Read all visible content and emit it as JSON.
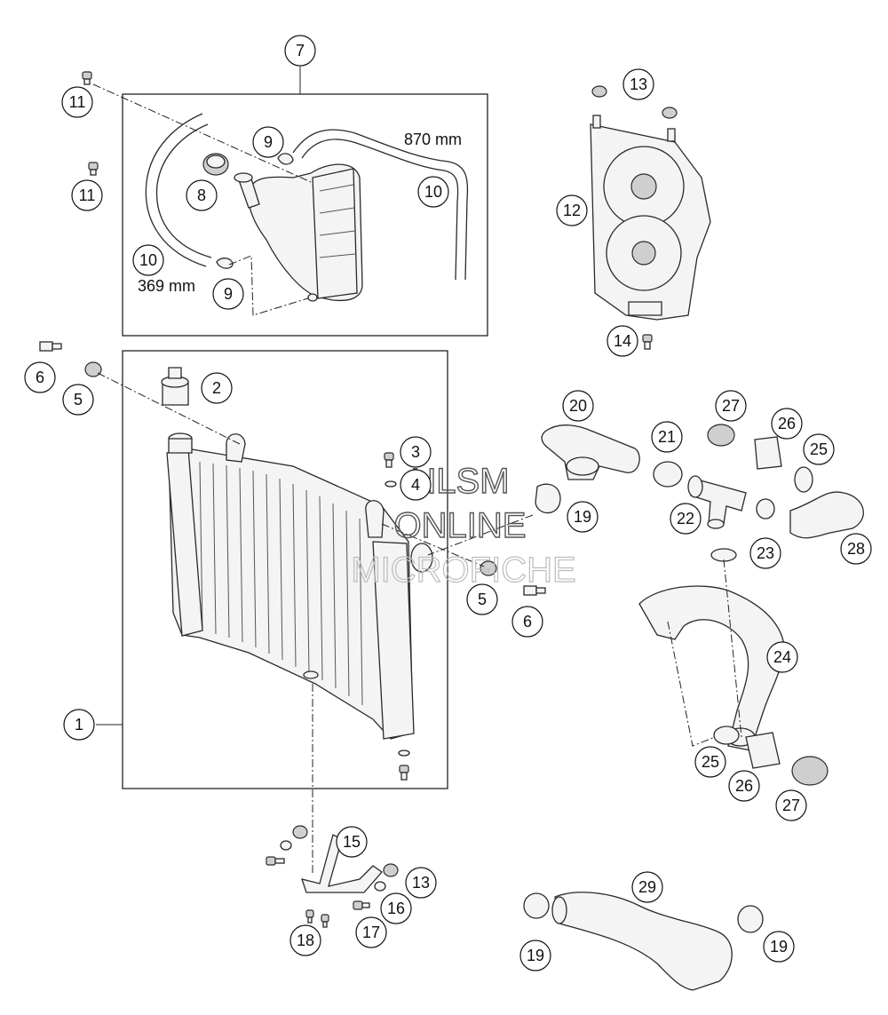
{
  "diagram": {
    "callouts": {
      "c1": "1",
      "c2": "2",
      "c3": "3",
      "c4": "4",
      "c5a": "5",
      "c5b": "5",
      "c6a": "6",
      "c6b": "6",
      "c7": "7",
      "c8": "8",
      "c9a": "9",
      "c9b": "9",
      "c10a": "10",
      "c10b": "10",
      "c11a": "11",
      "c11b": "11",
      "c12": "12",
      "c13a": "13",
      "c13b": "13",
      "c14": "14",
      "c15": "15",
      "c16": "16",
      "c17": "17",
      "c18": "18",
      "c19a": "19",
      "c19b": "19",
      "c19c": "19",
      "c20": "20",
      "c21": "21",
      "c22": "22",
      "c23": "23",
      "c24": "24",
      "c25a": "25",
      "c25b": "25",
      "c26a": "26",
      "c26b": "26",
      "c27a": "27",
      "c27b": "27",
      "c28": "28",
      "c29": "29"
    },
    "dimensions": {
      "hose_long": "870 mm",
      "hose_short": "369 mm"
    }
  },
  "watermark": {
    "line1": "HLSM",
    "line2": "ONLINE",
    "line3": "MICROFICHE"
  }
}
